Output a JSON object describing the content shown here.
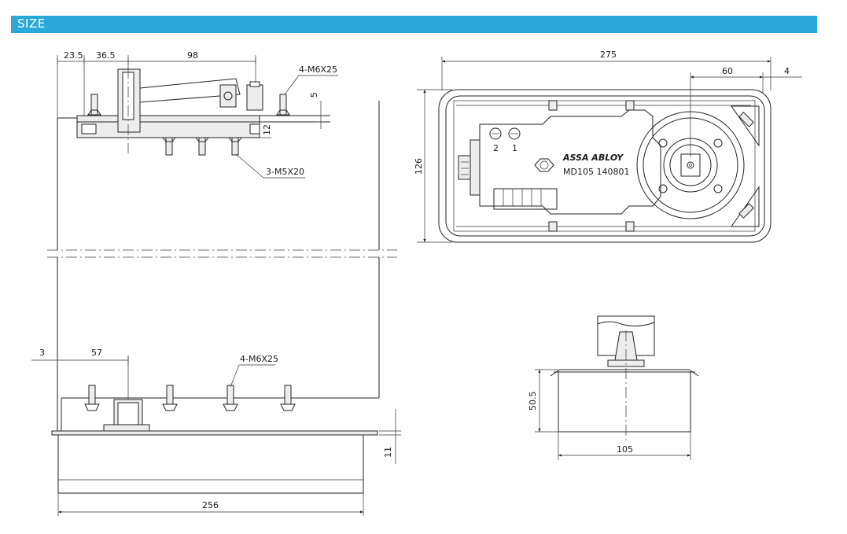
{
  "header": {
    "title": "SIZE",
    "bar_color": "#2aa8d8"
  },
  "side_view_top": {
    "dims": [
      "23.5",
      "36.5",
      "98",
      "5",
      "12"
    ],
    "callouts": [
      "4-M6X25",
      "3-M5X20"
    ]
  },
  "side_view_bottom": {
    "dims": [
      "3",
      "57",
      "11",
      "256"
    ],
    "callouts": [
      "4-M6X25"
    ]
  },
  "top_view": {
    "dims": [
      "275",
      "60",
      "4",
      "126"
    ],
    "valve_labels": [
      "2",
      "1"
    ],
    "brand": "ASSA ABLOY",
    "model": "MD105 140801"
  },
  "end_view": {
    "dims": [
      "50.5",
      "105"
    ]
  }
}
